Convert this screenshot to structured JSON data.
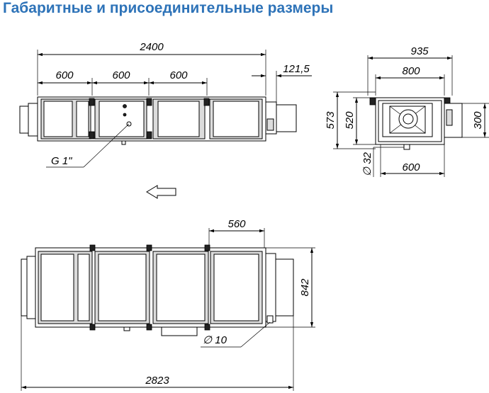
{
  "title": "Габаритные и присоединительные размеры",
  "dimensions": {
    "total_length": "2400",
    "section_1": "600",
    "section_2": "600",
    "section_3": "600",
    "flange_offset": "121,5",
    "width_total": "935",
    "width_body": "800",
    "height_total": "573",
    "height_body": "520",
    "duct_height": "300",
    "drain_diameter": "∅ 32",
    "support_width": "600",
    "gas_connection": "G 1\"",
    "bracket_spacing": "560",
    "overall_height": "842",
    "hole_diameter": "∅ 10",
    "overall_length": "2823"
  }
}
